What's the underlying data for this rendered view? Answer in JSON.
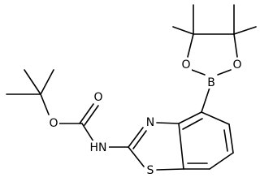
{
  "molecule": {
    "atoms": {
      "o_carbonyl": "O",
      "o_ester": "O",
      "nh": "HN",
      "n_ring": "N",
      "s_ring": "S",
      "b": "B",
      "o_boronate_left": "O",
      "o_boronate_right": "O"
    }
  },
  "colors": {
    "bond": "#000000",
    "background": "#ffffff"
  }
}
